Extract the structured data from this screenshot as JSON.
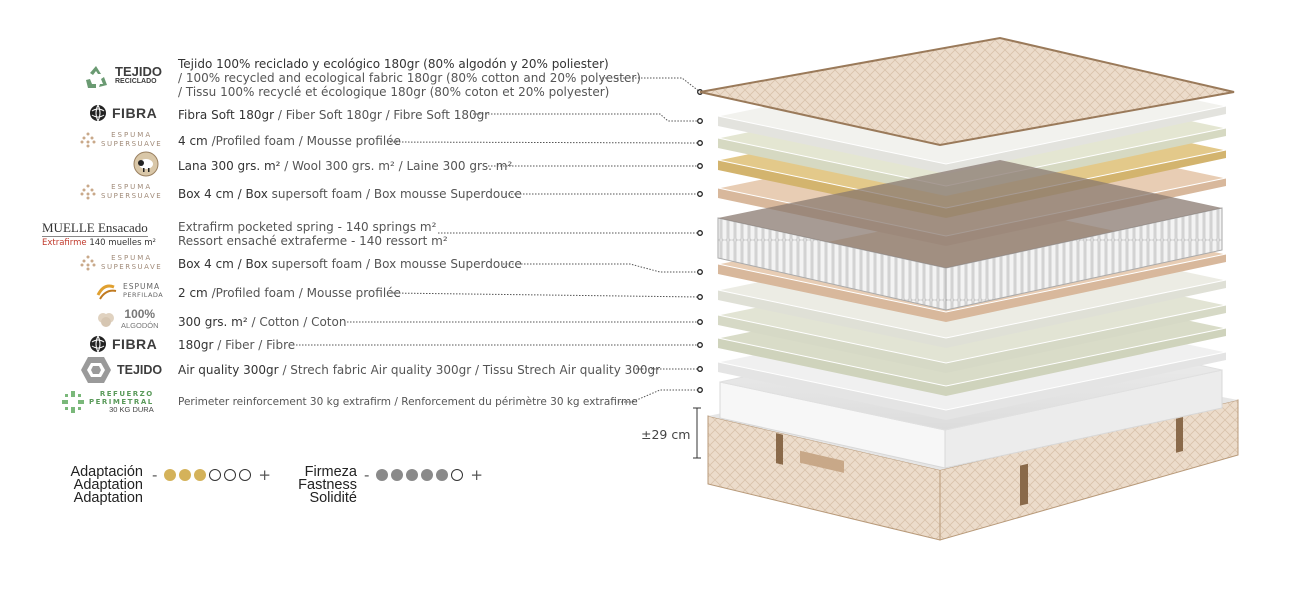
{
  "logos": {
    "tejido_reciclado": {
      "title": "TEJIDO",
      "sub": "RECICLADO",
      "icon": "recycle-icon"
    },
    "fibra": {
      "title": "FIBRA",
      "icon": "globe-fiber-icon"
    },
    "espuma_supersuave": {
      "title": "ESPUMA",
      "sub": "SUPERSUAVE",
      "icon": "diamond-dots-icon"
    },
    "lana": {
      "icon": "sheep-icon"
    },
    "muelle": {
      "title": "MUELLE Ensacado",
      "sub_red": "Extrafirme",
      "sub": "140 muelles m²"
    },
    "espuma_perfilada": {
      "title": "ESPUMA",
      "sub": "PERFILADA",
      "icon": "wave-icon"
    },
    "algodon": {
      "title": "100%",
      "sub": "ALGODÓN",
      "icon": "cotton-icon"
    },
    "tejido": {
      "title": "TEJIDO",
      "icon": "hexagon-icon"
    },
    "refuerzo": {
      "title": "REFUERZO",
      "sub": "PERIMETRAL",
      "sub2": "30 KG DURA",
      "icon": "perimeter-icon"
    }
  },
  "layers": [
    {
      "main": "Tejido 100% reciclado y ecológico 180gr (80% algodón y 20% poliester)",
      "line2": "/ 100% recycled and ecological fabric 180gr (80% cotton and 20% polyester)",
      "line3": "/ Tissu 100% recyclé et écologique 180gr (80% coton et 20% polyester)"
    },
    {
      "main": "Fibra Soft 180gr",
      "sub": " / Fiber Soft 180gr / Fibre Soft 180gr"
    },
    {
      "main": "4 cm",
      "sub": " /Profiled foam / Mousse profilée"
    },
    {
      "main": "Lana 300 grs. m²",
      "sub": " / Wool 300 grs. m² / Laine 300 grs. m²"
    },
    {
      "main": "Box 4 cm / Box",
      "sub": " supersoft foam / Box mousse Superdouce"
    },
    {
      "main": "Extrafirm pocketed spring  - 140 springs m²",
      "line2": "Ressort ensaché extraferme - 140 ressort  m²"
    },
    {
      "main": "Box 4 cm / Box",
      "sub": " supersoft foam / Box mousse Superdouce"
    },
    {
      "main": "2 cm",
      "sub": " /Profiled foam / Mousse profilée"
    },
    {
      "main": "300 grs. m²",
      "sub": " / Cotton / Coton"
    },
    {
      "main": "180gr",
      "sub": " / Fiber / Fibre"
    },
    {
      "main": "Air quality 300gr",
      "sub": " / Strech fabric Air quality 300gr / Tissu Strech Air quality 300gr"
    },
    {
      "main": "",
      "sub": "Perimeter reinforcement 30 kg extrafirm / Renforcement du périmètre 30 kg extrafirme"
    }
  ],
  "ratings": {
    "adaptation": {
      "labels": [
        "Adaptación",
        "Adaptation",
        "Adaptation"
      ],
      "filled": 3,
      "total": 6,
      "minus": "-",
      "plus": "+"
    },
    "firmness": {
      "labels": [
        "Firmeza",
        "Fastness",
        "Solidité"
      ],
      "filled": 5,
      "total": 6,
      "minus": "-",
      "plus": "+"
    }
  },
  "height_label": "±29 cm",
  "colors": {
    "gold": "#d4b25a",
    "grey": "#8a8a8a",
    "beige": "#e8d8c6",
    "brown": "#8a6a4a"
  }
}
